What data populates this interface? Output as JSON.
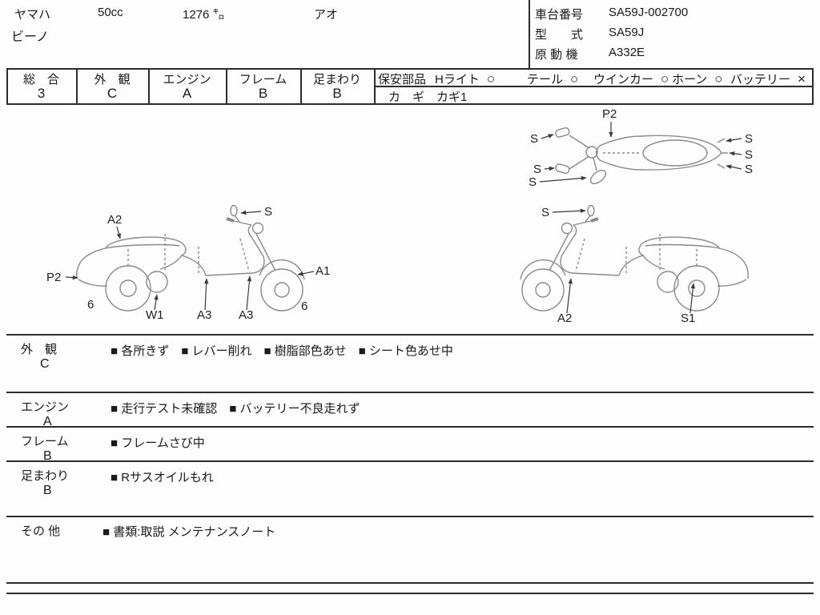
{
  "vehicle": {
    "maker": "ヤマハ",
    "model": "ビーノ",
    "displacement": "50cc",
    "mileage": "1276 ㌔",
    "color": "アオ",
    "chassis_no_label": "車台番号",
    "chassis_no": "SA59J-002700",
    "model_code_label": "型　　式",
    "model_code": "SA59J",
    "engine_code_label": "原 動 機",
    "engine_code": "A332E"
  },
  "grades": {
    "overall": {
      "label": "総　合",
      "value": "3"
    },
    "exterior": {
      "label": "外　観",
      "value": "C"
    },
    "engine": {
      "label": "エンジン",
      "value": "A"
    },
    "frame": {
      "label": "フレーム",
      "value": "B"
    },
    "undercarriage": {
      "label": "足まわり",
      "value": "B"
    }
  },
  "safety_parts": {
    "label": "保安部品",
    "items": [
      {
        "name": "Hライト",
        "mark": "○"
      },
      {
        "name": "テール",
        "mark": "○"
      },
      {
        "name": "ウインカー",
        "mark": "○"
      },
      {
        "name": "ホーン",
        "mark": "○"
      },
      {
        "name": "バッテリー",
        "mark": "×"
      }
    ],
    "key": {
      "label": "カ　ギ",
      "value": "カギ1"
    }
  },
  "diagram_markers": {
    "left_view": {
      "s_mirror": "S",
      "a2": "A2",
      "p2": "P2",
      "wheel_rear": "6",
      "w1": "W1",
      "a3_floor_1": "A3",
      "a3_floor_2": "A3",
      "a1": "A1",
      "wheel_front": "6"
    },
    "top_view": {
      "p2": "P2",
      "s_left_1": "S",
      "s_left_2": "S",
      "s_left_3": "S",
      "s_right_1": "S",
      "s_right_2": "S",
      "s_right_3": "S"
    },
    "right_view": {
      "s_mirror": "S",
      "a2": "A2",
      "s1": "S1"
    }
  },
  "remarks_bullet": "■",
  "remarks": [
    {
      "label": "外　観",
      "grade": "C",
      "items": [
        "各所きず",
        "レバー削れ",
        "樹脂部色あせ",
        "シート色あせ中"
      ]
    },
    {
      "label": "エンジン",
      "grade": "A",
      "items": [
        "走行テスト未確認",
        "バッテリー不良走れず"
      ]
    },
    {
      "label": "フレーム",
      "grade": "B",
      "items": [
        "フレームさび中"
      ]
    },
    {
      "label": "足まわり",
      "grade": "B",
      "items": [
        "Rサスオイルもれ"
      ]
    },
    {
      "label": "その 他",
      "grade": "",
      "items": [
        "書類:取説 メンテナンスノート"
      ]
    }
  ]
}
